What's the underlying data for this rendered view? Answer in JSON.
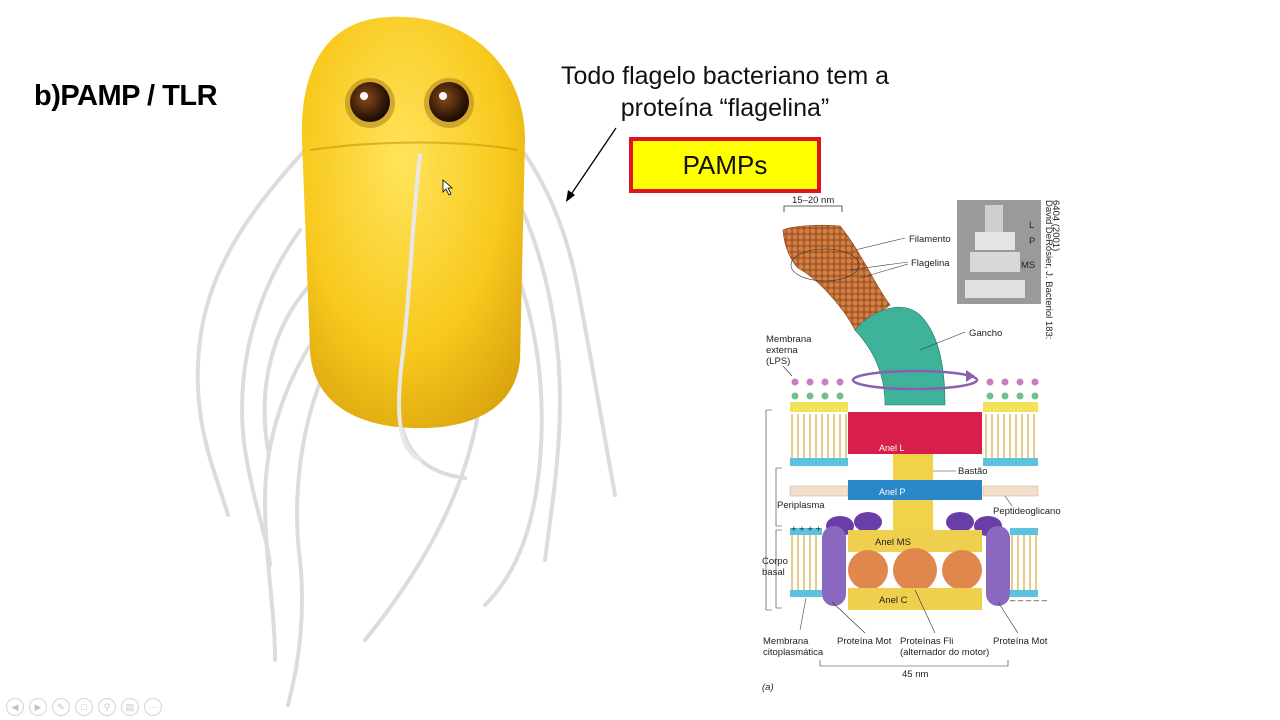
{
  "slide": {
    "title": "b)PAMP / TLR",
    "caption_line1": "Todo flagelo bacteriano tem a",
    "caption_line2": "proteína “flagelina”",
    "pamps_label": "PAMPs"
  },
  "diagram": {
    "width_label": "15–20 nm",
    "filamento": "Filamento",
    "flagelina": "Flagelina",
    "gancho": "Gancho",
    "membrana_externa_1": "Membrana",
    "membrana_externa_2": "externa",
    "membrana_externa_3": "(LPS)",
    "anel_l": "Anel L",
    "bastao": "Bastão",
    "anel_p": "Anel P",
    "periplasma": "Periplasma",
    "peptideoglicano": "Peptideoglicano",
    "anel_ms": "Anel MS",
    "corpo_basal_1": "Corpo",
    "corpo_basal_2": "basal",
    "anel_c": "Anel C",
    "membrana_cito_1": "Membrana",
    "membrana_cito_2": "citoplasmática",
    "proteina_mot_left": "Proteína Mot",
    "proteinas_fli_1": "Proteínas Fli",
    "proteinas_fli_2": "(alternador do motor)",
    "proteina_mot_right": "Proteína Mot",
    "bottom_width": "45 nm",
    "panel_letter": "(a)",
    "micrograph_l": "L",
    "micrograph_p": "P",
    "micrograph_ms": "MS",
    "credit_1": "David DeRosier, J. Bacteriol 183:",
    "credit_2": "6404 (2001)",
    "plus_signs": "+ + + +",
    "minus_signs": "– – – – –"
  },
  "toolbar": {
    "icons": [
      "prev-icon",
      "next-icon",
      "pen-icon",
      "slides-icon",
      "zoom-icon",
      "subtitle-icon",
      "more-icon"
    ]
  },
  "colors": {
    "pamps_fill": "#ffff00",
    "pamps_border": "#e0141c",
    "bacterium": "#f5c518"
  }
}
